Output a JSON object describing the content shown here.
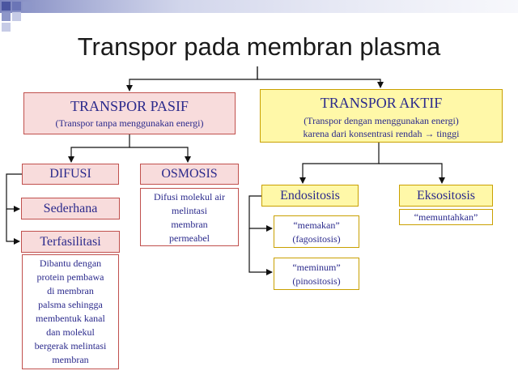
{
  "title": "Transpor pada membran plasma",
  "pasif": {
    "title": "TRANSPOR PASIF",
    "subtitle": "(Transpor tanpa menggunakan energi)"
  },
  "aktif": {
    "title": "TRANSPOR AKTIF",
    "subtitle_line1": "(Transpor dengan menggunakan energi)",
    "subtitle_line2": "karena dari konsentrasi rendah → tinggi"
  },
  "difusi": {
    "label": "DIFUSI"
  },
  "sederhana": {
    "label": "Sederhana"
  },
  "terfasilitasi": {
    "label": "Terfasilitasi",
    "desc": [
      "Dibantu dengan",
      "protein pembawa",
      "di membran",
      "palsma sehingga",
      "membentuk kanal",
      "dan molekul",
      "bergerak melintasi",
      "membran"
    ]
  },
  "osmosis": {
    "label": "OSMOSIS",
    "desc": [
      "Difusi molekul air",
      "melintasi",
      "membran",
      "permeabel"
    ]
  },
  "endositosis": {
    "label": "Endositosis",
    "memakan": [
      "“memakan”",
      "(fagositosis)"
    ],
    "meminum": [
      "“meminum”",
      "(pinositosis)"
    ]
  },
  "eksositosis": {
    "label": "Eksositosis",
    "desc": "“memuntahkan”"
  },
  "colors": {
    "text_blue": "#2b2a8c",
    "pink_fill": "#f8dcdc",
    "pink_border": "#c0504d",
    "yellow_fill": "#fff8a8",
    "yellow_border": "#c9a000"
  }
}
